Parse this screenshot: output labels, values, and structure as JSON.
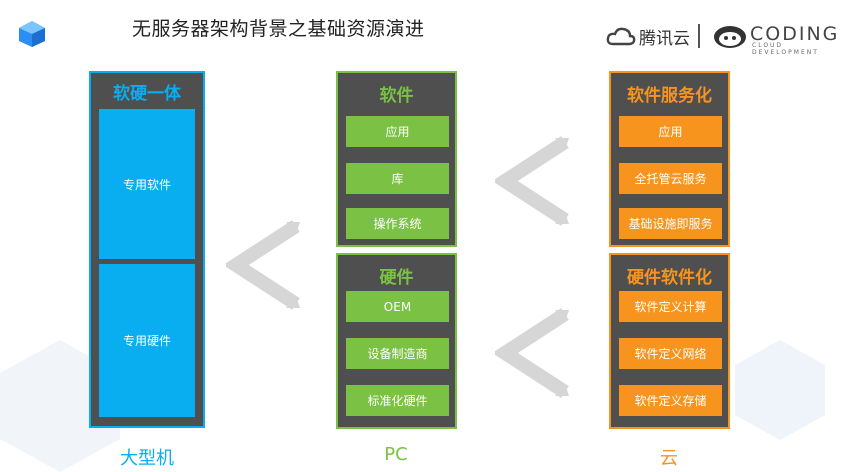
{
  "title": "无服务器架构背景之基础资源演进",
  "brand": {
    "tencent_cloud": "腾讯云",
    "coding": "CODING",
    "coding_sub": "CLOUD DEVELOPMENT"
  },
  "colors": {
    "blue": "#08aef0",
    "green": "#7bc143",
    "orange": "#f7941d",
    "panel": "#4f4f4f"
  },
  "mainframe": {
    "header": "软硬一体",
    "software": "专用软件",
    "hardware": "专用硬件",
    "label": "大型机"
  },
  "pc": {
    "software_header": "软件",
    "software_items": [
      "应用",
      "库",
      "操作系统"
    ],
    "hardware_header": "硬件",
    "hardware_items": [
      "OEM",
      "设备制造商",
      "标准化硬件"
    ],
    "label": "PC"
  },
  "cloud": {
    "software_header": "软件服务化",
    "software_items": [
      "应用",
      "全托管云服务",
      "基础设施即服务"
    ],
    "hardware_header": "硬件软件化",
    "hardware_items": [
      "软件定义计算",
      "软件定义网络",
      "软件定义存储"
    ],
    "label": "云"
  }
}
